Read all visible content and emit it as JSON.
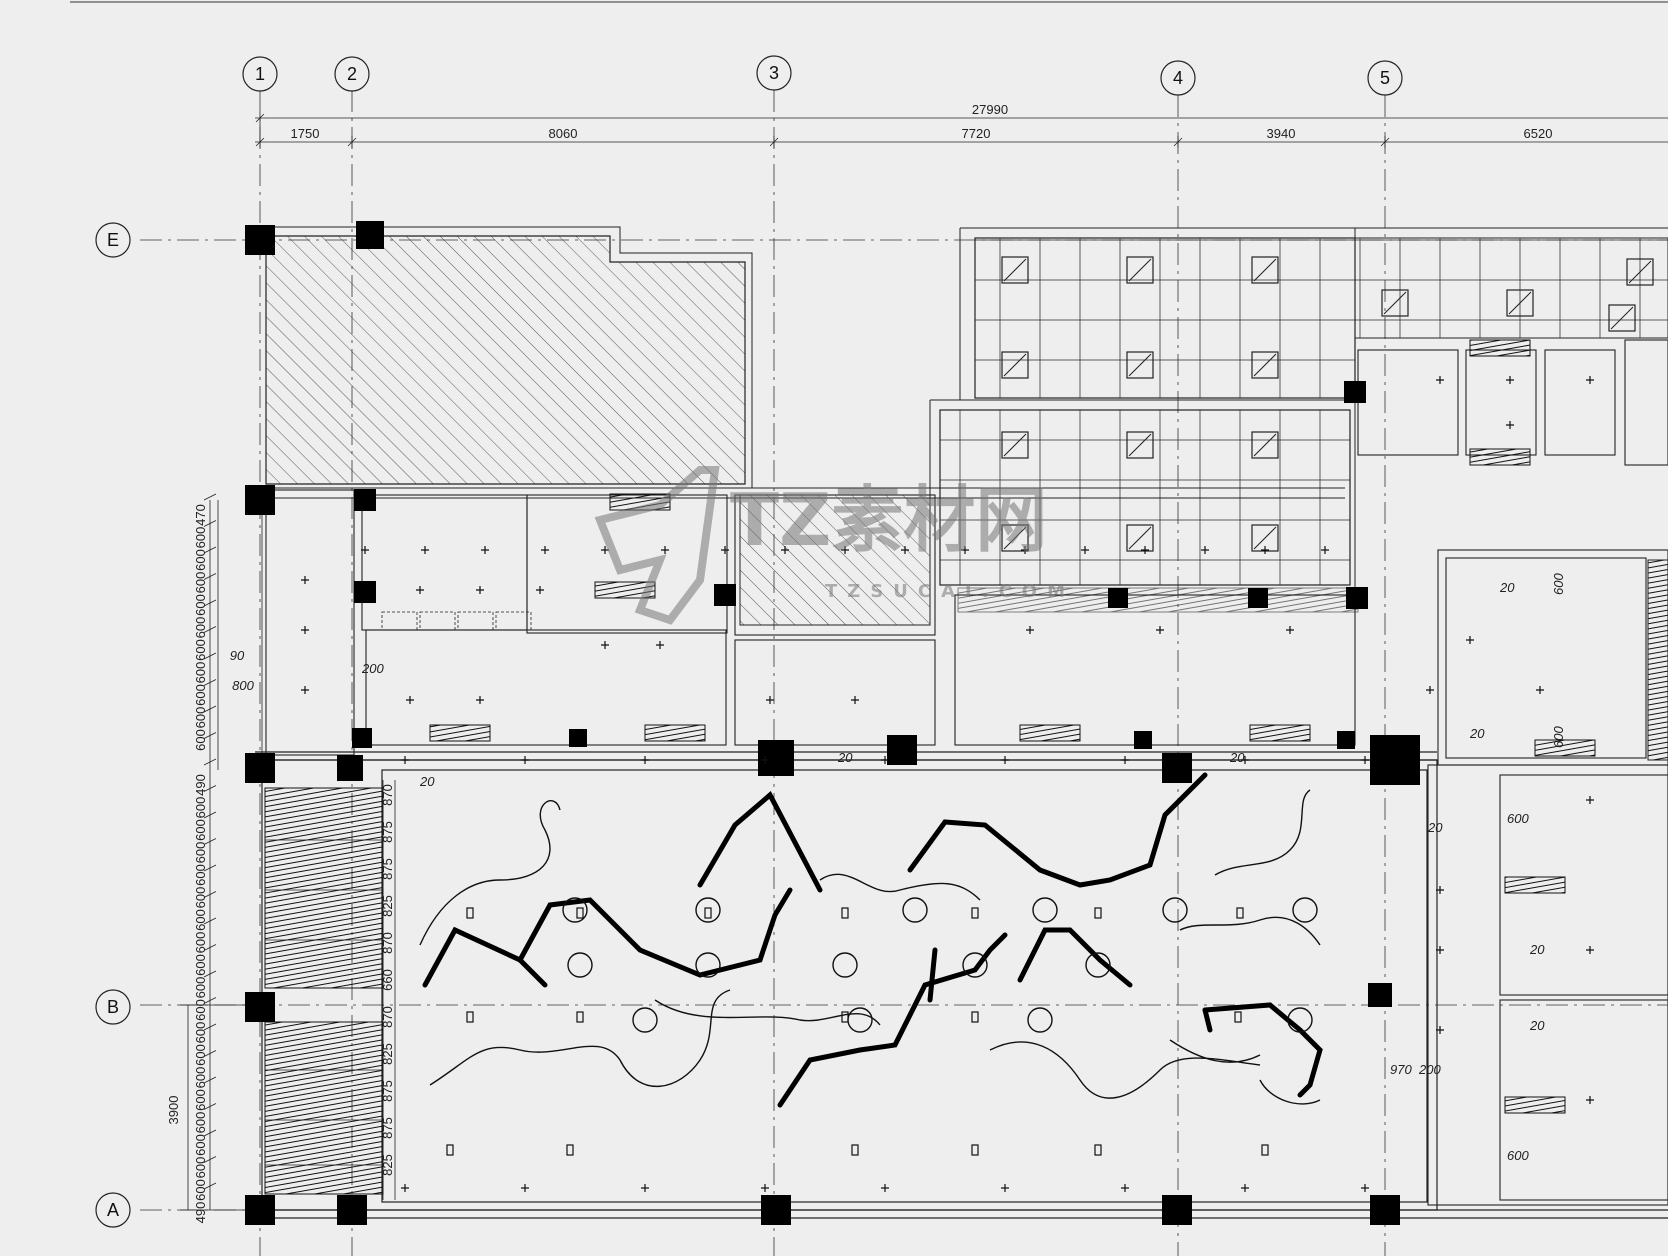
{
  "grid": {
    "columns": [
      "1",
      "2",
      "3",
      "4",
      "5"
    ],
    "rows": [
      "E",
      "B",
      "A"
    ]
  },
  "dimensions": {
    "overall": "27990",
    "spans": [
      "1750",
      "8060",
      "7720",
      "3940",
      "6520"
    ],
    "left_total": "3900",
    "left_small": [
      "470",
      "600",
      "600",
      "600",
      "600",
      "600",
      "600",
      "600",
      "600",
      "600",
      "600"
    ],
    "left_notes": [
      "90",
      "800"
    ],
    "left_strip": [
      "490",
      "600",
      "600",
      "600",
      "600",
      "600",
      "600",
      "600",
      "600",
      "600",
      "600",
      "600",
      "600",
      "600",
      "600",
      "600",
      "600",
      "600",
      "600",
      "490"
    ],
    "bay_dims": [
      "870",
      "875",
      "875",
      "825",
      "870",
      "660",
      "870",
      "825",
      "875",
      "875",
      "825"
    ],
    "misc": [
      "200",
      "20",
      "20",
      "20",
      "20",
      "600",
      "600",
      "20",
      "20",
      "970",
      "200",
      "600",
      "20",
      "600",
      "20"
    ]
  },
  "watermark": {
    "text_cn": "TZ素材网",
    "text_en": "TZSUCAI.COM",
    "color": "#888888"
  },
  "colors": {
    "line": "#1a1a1a",
    "background": "#eeeeee",
    "column": "#000000"
  }
}
